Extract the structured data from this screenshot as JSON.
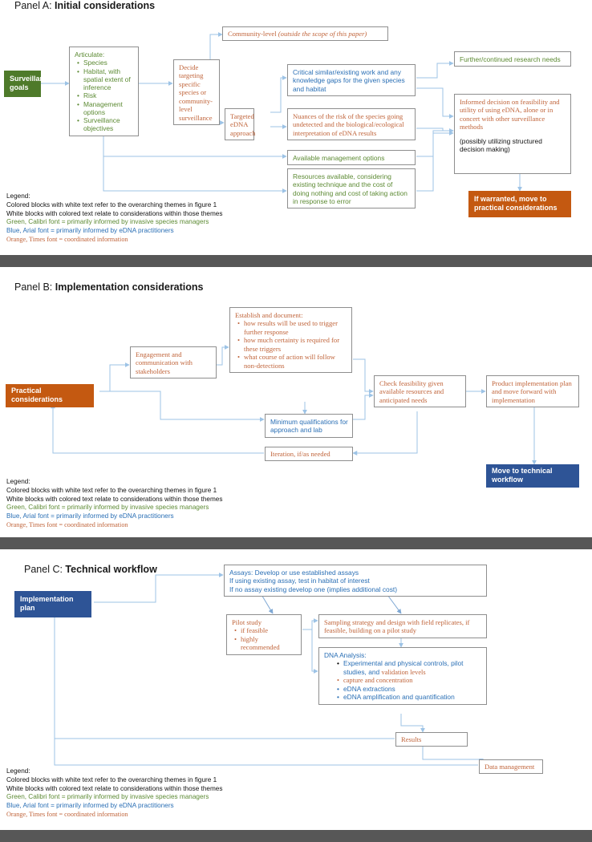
{
  "figure": {
    "divider_color": "#575757",
    "colors": {
      "green": "#4e7a2a",
      "green_text": "#5c8a33",
      "blue": "#2e5496",
      "blue_text": "#2a6fb5",
      "orange": "#c45911",
      "orange_text": "#c0643a",
      "box_border": "#8e8e8e",
      "connector": "#9dc3e6"
    }
  },
  "legend": {
    "title": "Legend:",
    "line1": "Colored blocks with white text refer to the overarching themes in figure 1",
    "line2": "White blocks with colored text relate to considerations within those themes",
    "line3": "Green, Calibri font  = primarily informed by invasive species managers",
    "line4": "Blue, Arial font = primarily informed by eDNA practitioners",
    "line5": "Orange, Times font = coordinated information"
  },
  "panelA": {
    "title_prefix": "Panel A: ",
    "title_bold": "Initial considerations",
    "nodes": {
      "surveillance_goals": "Surveillance goals",
      "articulate_header": "Articulate:",
      "articulate_items": [
        "Species",
        "Habitat, with spatial extent of inference",
        "Risk",
        "Management options",
        "Surveillance objectives"
      ],
      "decide_targeting": "Decide targeting specific species or community-level surveillance",
      "community_level_plain": "Community-level ",
      "community_level_italic": "(outside the scope of this paper)",
      "targeted_edna": "Targeted eDNA approach",
      "critical_work": "Critical similar/existing work and any knowledge gaps for the given species and habitat",
      "nuances_risk": "Nuances of the risk of the species going undetected and the biological/ecological interpretation of eDNA results",
      "available_management": "Available management options",
      "resources_available": "Resources available, considering existing technique and the cost of doing nothing and cost of taking action in response to error",
      "further_research": "Further/continued research needs",
      "informed_decision": "Informed decision on feasibility and utility of using eDNA, alone or in concert with other surveillance methods",
      "informed_decision_note": "(possibly utilizing structured decision making)",
      "if_warranted": "If warranted, move to practical considerations"
    }
  },
  "panelB": {
    "title_prefix": "Panel B: ",
    "title_bold": "Implementation considerations",
    "nodes": {
      "practical_considerations": "Practical considerations",
      "engagement": "Engagement and communication with stakeholders",
      "establish_header": "Establish and document:",
      "establish_items": [
        "how results will be used to trigger further response",
        "how much certainty is required for these triggers",
        "what course of action will follow non-detections"
      ],
      "minimum_qualifications": "Minimum qualifications for approach and lab",
      "check_feasibility": "Check feasibility given available resources and anticipated needs",
      "product_plan": "Product implementation plan and move forward with implementation",
      "iteration": "Iteration, if/as needed",
      "move_to_technical": "Move to technical workflow"
    }
  },
  "panelC": {
    "title_prefix": "Panel C: ",
    "title_bold": "Technical workflow",
    "nodes": {
      "implementation_plan": "Implementation plan",
      "assays_line1": "Assays: Develop or use established assays",
      "assays_line2": "If using existing assay, test in habitat of interest",
      "assays_line3": "If no assay existing develop one (implies additional cost)",
      "pilot_header": "Pilot study",
      "pilot_items": [
        "if feasible",
        "highly recommended"
      ],
      "sampling_strategy": "Sampling strategy and design with field replicates, if feasible, building on a pilot study",
      "dna_header": "DNA Analysis:",
      "dna_item1_a": "Experimental and physical controls, pilot studies, and ",
      "dna_item1_b": "validation levels",
      "dna_item2": "capture and concentration",
      "dna_item3": "eDNA extractions",
      "dna_item4": "eDNA amplification and quantification",
      "results": "Results",
      "data_management": "Data management"
    }
  }
}
